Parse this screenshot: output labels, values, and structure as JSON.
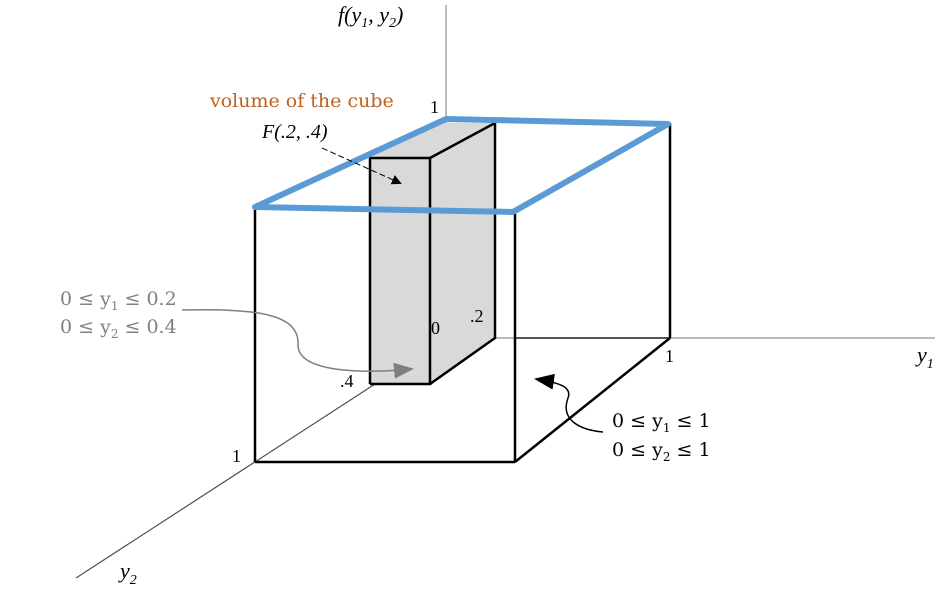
{
  "axes": {
    "vertical_label": {
      "f": "f",
      "args_open": "(y",
      "sub1": "1",
      "comma": ", y",
      "sub2": "2",
      "close": ")"
    },
    "y1_label": {
      "main": "y",
      "sub": "1"
    },
    "y2_label": {
      "main": "y",
      "sub": "2"
    }
  },
  "ticks": {
    "vertical_one": "1",
    "origin": "0",
    "y1_small": ".2",
    "y2_small": ".4",
    "y1_one": "1",
    "y2_one": "1"
  },
  "labels": {
    "volume_caption": "volume of the cube",
    "F_label": "F(.2, .4)"
  },
  "region_small": {
    "line1": {
      "a": "0 ≤ y",
      "sub": "1",
      "b": " ≤ 0.2"
    },
    "line2": {
      "a": "0 ≤ y",
      "sub": "2",
      "b": " ≤ 0.4"
    }
  },
  "region_full": {
    "line1": {
      "a": "0 ≤ y",
      "sub": "1",
      "b": " ≤ 1"
    },
    "line2": {
      "a": "0 ≤ y",
      "sub": "2",
      "b": " ≤ 1"
    }
  },
  "colors": {
    "caption_orange": "#c0601c",
    "top_outline_blue": "#5b9bd5",
    "shaded_box": "#d9d9d9",
    "gray_text": "#7f7f7f",
    "axis_line": "#909090"
  }
}
